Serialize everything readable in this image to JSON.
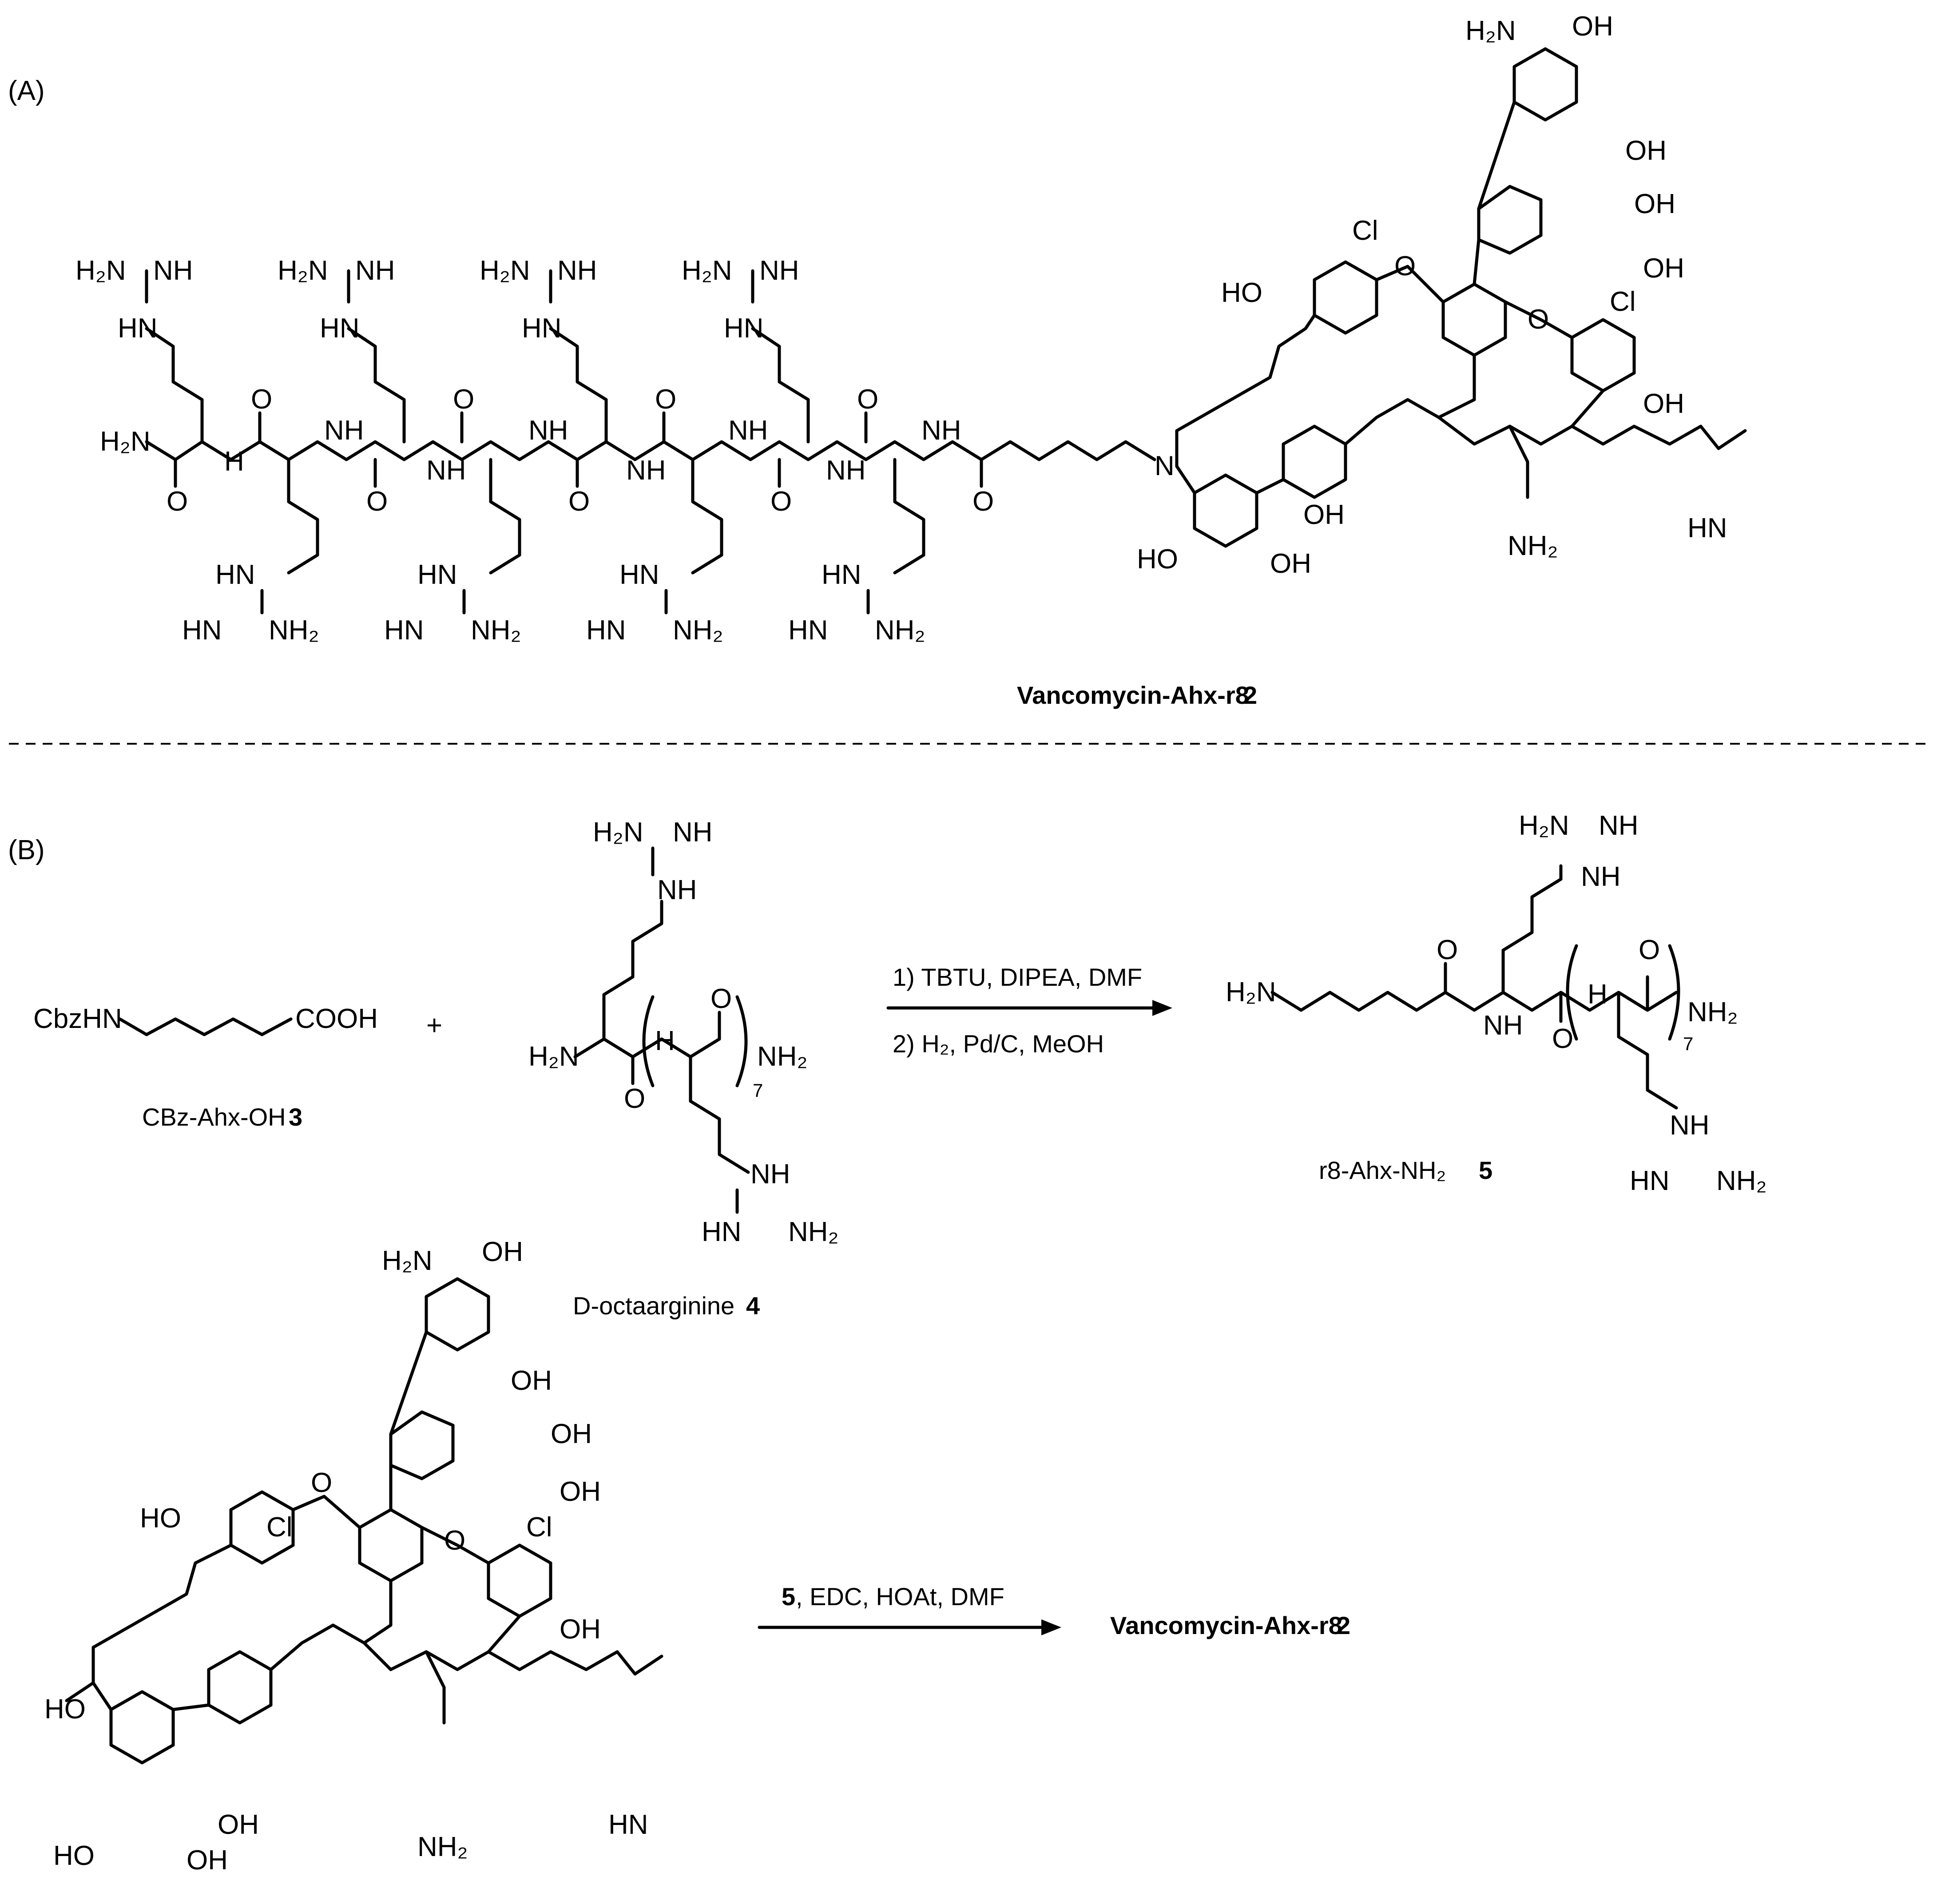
{
  "panel_a": {
    "label": "(A)",
    "caption_name": "Vancomycin-Ahx-r8",
    "caption_number": "2"
  },
  "panel_b": {
    "label": "(B)",
    "reagent1_text": "CbzHN",
    "reagent1_acid": "COOH",
    "reagent1_caption": "CBz-Ahx-OH",
    "reagent1_number": "3",
    "plus": "+",
    "reagent2_caption": "D-octaarginine",
    "reagent2_number": "4",
    "repeat_subscript": "7",
    "step1": "1) TBTU, DIPEA, DMF",
    "step2": "2) H₂, Pd/C, MeOH",
    "product1_caption": "r8-Ahx-NH₂",
    "product1_number": "5",
    "step3_number": "5",
    "step3_reagents": ", EDC, HOAt, DMF",
    "final_product": "Vancomycin-Ahx-r8",
    "final_number": "2"
  },
  "atom_labels": {
    "h2n": "H₂N",
    "nh": "NH",
    "hn": "HN",
    "n_h": "N",
    "h": "H",
    "o": "O",
    "oh": "OH",
    "ho": "HO",
    "cl": "Cl",
    "nh2": "NH₂",
    "hn_eq": "HN",
    "me_n": "HN"
  }
}
